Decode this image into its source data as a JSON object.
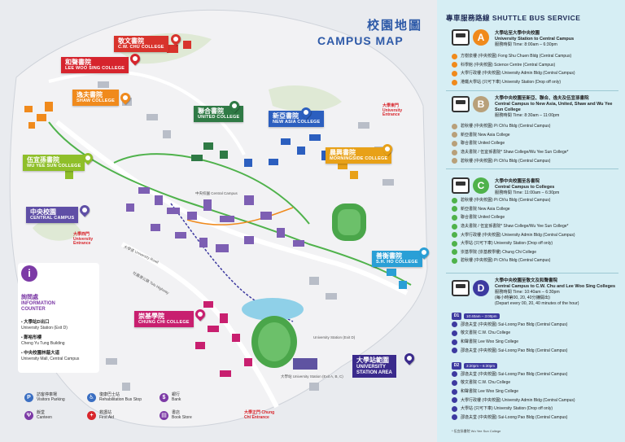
{
  "map": {
    "title_zh": "校園地圖",
    "title_en": "CAMPUS MAP",
    "colleges": [
      {
        "zh": "崇基學院",
        "en": "CHUNG CHI COLLEGE",
        "color": "#c81f6f"
      },
      {
        "zh": "新亞書院",
        "en": "NEW ASIA COLLEGE",
        "color": "#2c5fbf"
      },
      {
        "zh": "聯合書院",
        "en": "UNITED COLLEGE",
        "color": "#2f7a45"
      },
      {
        "zh": "逸夫書院",
        "en": "SHAW COLLEGE",
        "color": "#f08a1c"
      },
      {
        "zh": "晨興書院",
        "en": "MORNINGSIDE COLLEGE",
        "color": "#e8a118"
      },
      {
        "zh": "善衡書院",
        "en": "S.H. HO COLLEGE",
        "color": "#2a9fd6"
      },
      {
        "zh": "敬文書院",
        "en": "C.W. CHU COLLEGE",
        "color": "#d8332c"
      },
      {
        "zh": "伍宜孫書院",
        "en": "WU YEE SUN COLLEGE",
        "color": "#8fbf2a"
      },
      {
        "zh": "和聲書院",
        "en": "LEE WOO SING COLLEGE",
        "color": "#d6242d"
      },
      {
        "zh": "中央校園",
        "en": "CENTRAL CAMPUS",
        "color": "#5f4fa6"
      }
    ],
    "station": {
      "zh": "大學站範圍",
      "en1": "UNIVERSITY",
      "en2": "STATION AREA"
    },
    "gates": [
      "大學西門 University Entrance",
      "大學東門 University Entrance",
      "大學正門 Chung Chi Entrance"
    ],
    "small_labels": [
      "University Station (Exit D)",
      "大學站 University Station (Exit A, B, C)",
      "中央校園 Central Campus",
      "大學道 University Road",
      "吐露港公路 Tolo Highway"
    ],
    "info": {
      "zh": "詢問處",
      "en1": "INFORMATION",
      "en2": "COUNTER",
      "items": [
        {
          "zh": "大學站D出口",
          "en": "University Station (Exit D)"
        },
        {
          "zh": "鄭裕彤樓",
          "en": "Cheng Yu Tung Building"
        },
        {
          "zh": "中央校園林蔭大道",
          "en": "University Mall, Central Campus"
        }
      ]
    },
    "legend": [
      {
        "icon": "P",
        "zh": "訪客停車場",
        "en": "Visitors Parking",
        "color": "#3b6fc2"
      },
      {
        "icon": "♿",
        "zh": "復康巴士站",
        "en": "Rehabilitation Bus Stop",
        "color": "#3b6fc2"
      },
      {
        "icon": "$",
        "zh": "銀行",
        "en": "Bank",
        "color": "#7c3aa6"
      },
      {
        "icon": "🍴",
        "zh": "飯堂",
        "en": "Canteen",
        "color": "#7c3aa6"
      },
      {
        "icon": "+",
        "zh": "救護站",
        "en": "First Aid",
        "color": "#d8262c"
      },
      {
        "icon": "📖",
        "zh": "書店",
        "en": "Book Store",
        "color": "#7c3aa6"
      }
    ]
  },
  "shuttle": {
    "title": "專車服務路線 SHUTTLE BUS SERVICE",
    "routes": [
      {
        "letter": "A",
        "color": "#f08a1c",
        "zh": "大學站至大學中央校園",
        "en": "University Station to Central Campus",
        "time": "服務時間 Time: 8:00am – 6:30pm",
        "stops": [
          "方樹泉樓 (中央校園) Fong Shu Chuen Bldg (Central Campus)",
          "科學館 (中央校園) Science Centre (Central Campus)",
          "大學行政樓 (中央校園) University Admin Bldg (Central Campus)",
          "港鐵大學站 (只可下車) University Station (Drop off only)"
        ]
      },
      {
        "letter": "B",
        "color": "#b8a07a",
        "zh": "大學中央校園至新亞、聯合、逸夫及伍宜孫書院",
        "en": "Central Campus to New Asia, United, Shaw and Wu Yee Sun College",
        "time": "服務時間 Time: 8:30am – 11:00pm",
        "stops": [
          "碧秋樓 (中央校園) Pi Ch'iu Bldg (Central Campus)",
          "新亞書院 New Asia College",
          "聯合書院 United College",
          "逸夫書院 / 伍宜孫書院* Shaw College/Wu Yee Sun College*",
          "碧秋樓 (中央校園) Pi Ch'iu Bldg (Central Campus)"
        ]
      },
      {
        "letter": "C",
        "color": "#4fb24b",
        "zh": "大學中央校園至各書院",
        "en": "Central Campus to Colleges",
        "time": "服務時間 Time: 11:00am – 6:30pm",
        "stops": [
          "碧秋樓 (中央校園) Pi Ch'iu Bldg (Central Campus)",
          "新亞書院 New Asia College",
          "聯合書院 United College",
          "逸夫書院 / 伍宜孫書院* Shaw College/Wu Yee Sun College*",
          "大學行政樓 (中央校園) University Admin Bldg (Central Campus)",
          "大學站 (只可下車) University Station (Drop off only)",
          "崇基學院 (崇基教學樓) Chung Chi College",
          "碧秋樓 (中央校園) Pi Ch'iu Bldg (Central Campus)"
        ]
      },
      {
        "letter": "D",
        "color": "#3d3aa0",
        "zh": "大學中央校園至敬文及和聲書院",
        "en": "Central Campus to C.W. Chu and Lee Woo Sing Colleges",
        "time": "服務時間 Time: 10:40am – 6:30pm",
        "note1": "(每小時第00, 20, 40分鐘開出)",
        "note2": "(Depart every 00, 20, 40 minutes of the hour)",
        "d1_label": "10:40am – 3:00pm",
        "d1_stops": [
          "邵逸夫堂 (中央校園) Sui-Loong Pao Bldg (Central Campus)",
          "敬文書院 C.W. Chu College",
          "和聲書院 Lee Woo Sing College",
          "邵逸夫堂 (中央校園) Sui-Loong Pao Bldg (Central Campus)"
        ],
        "d2_label": "3:20pm – 6:30pm",
        "d2_stops": [
          "邵逸夫堂 (中央校園) Sui-Loong Pao Bldg (Central Campus)",
          "敬文書院 C.W. Chu College",
          "和聲書院 Lee Woo Sing College",
          "大學行政樓 (中央校園) University Admin Bldg (Central Campus)",
          "大學站 (只可下車) University Station (Drop off only)",
          "邵逸夫堂 (中央校園) Sui-Loong Pao Bldg (Central Campus)"
        ]
      }
    ],
    "footnote": "* 伍宜孫書院 Wu Yee Sun College"
  }
}
